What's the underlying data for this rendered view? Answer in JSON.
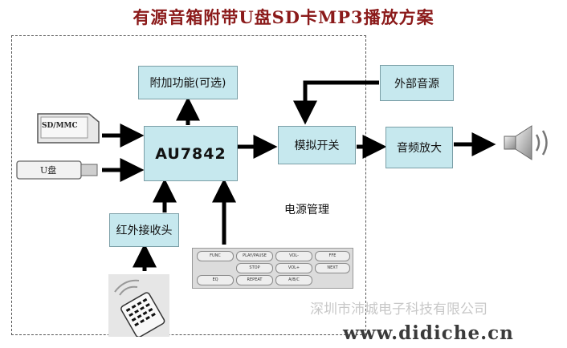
{
  "title": "有源音箱附带U盘SD卡MP3播放方案",
  "blocks": {
    "addon": "附加功能(可选)",
    "chip": "AU7842",
    "switch": "模拟开关",
    "ext_audio": "外部音源",
    "amp": "音频放大",
    "ir": "红外接收头",
    "power": "电源管理"
  },
  "devices": {
    "card_label": "SD/MMC",
    "udisk_label": "U盘"
  },
  "keypad": {
    "keys": [
      "FUNC",
      "PLAY/PAUSE",
      "VOL-",
      "FFE",
      "STOP",
      "VOL+",
      "NEXT",
      "EQ",
      "REPEAT",
      "A/B/C"
    ]
  },
  "watermark": "深圳市沛城电子科技有限公司",
  "url": "www.didiche.cn",
  "icons": [
    "sd-card-icon",
    "usb-drive-icon",
    "remote-control-icon",
    "speaker-icon",
    "keypad-icon"
  ],
  "colors": {
    "box_fill": "#c6e8ee",
    "title": "#8b1a1a",
    "arrow": "#000000"
  }
}
